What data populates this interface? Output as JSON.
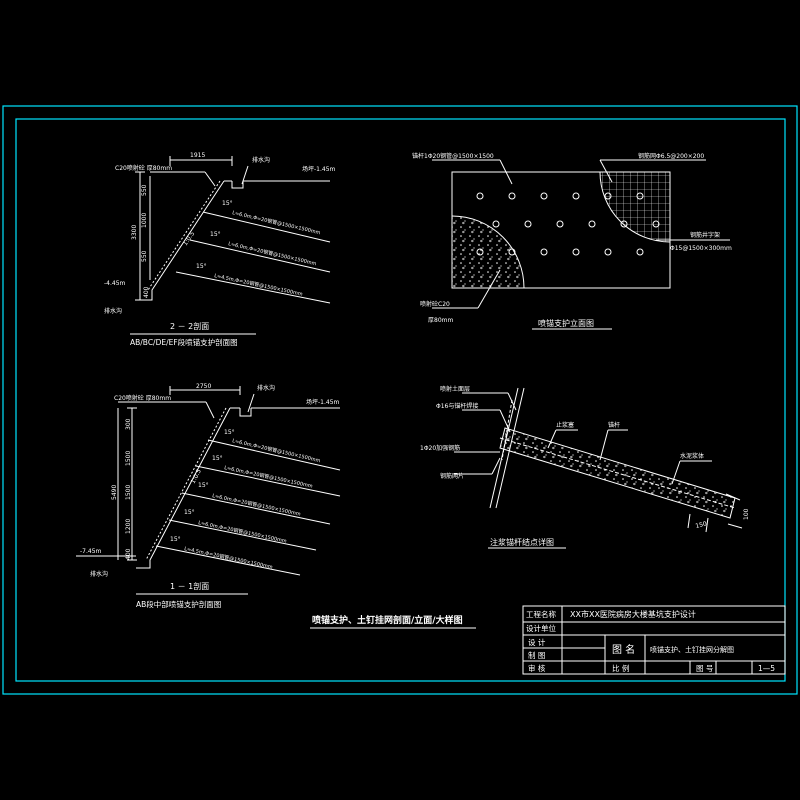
{
  "colors": {
    "background": "#000000",
    "frame": "#00e5ff",
    "line": "#ffffff",
    "label": "#f2f2f2",
    "note": "#ffff66",
    "title": "#ffffff"
  },
  "section22": {
    "width_dim": "1915",
    "top_note": "C20喷射砼 厚80mm",
    "drain_label": "排水沟",
    "grade_label": "场坪-1.45m",
    "bottom_elev": "-4.45m",
    "heights": [
      "550",
      "1000",
      "550"
    ],
    "total_height": "3300",
    "slope": "1:0.5",
    "angles": [
      "15°",
      "15°",
      "15°"
    ],
    "nail_labels": [
      "L=6.0m,Φ=20钢管@1500×1500mm",
      "L=6.0m,Φ=20钢管@1500×1500mm",
      "L=4.5m,Φ=20钢管@1500×1500mm"
    ],
    "toe_label": "排水沟",
    "toe_dim": "400",
    "title": "2 － 2剖面",
    "subtitle": "AB/BC/DE/EF段喷锚支护剖面图"
  },
  "section11": {
    "width_dim": "2750",
    "top_note": "C20喷射砼 厚80mm",
    "drain_label": "排水沟",
    "grade_label": "场坪-1.45m",
    "bottom_elev": "-7.45m",
    "heights": [
      "300",
      "1500",
      "1500",
      "1200",
      "400"
    ],
    "total_height": "5490",
    "slope": "1:0.5",
    "angles": [
      "15°",
      "15°",
      "15°",
      "15°",
      "15°"
    ],
    "nail_labels": [
      "L=6.0m,Φ=20钢管@1500×1500mm",
      "L=6.0m,Φ=20钢管@1500×1500mm",
      "L=6.0m,Φ=20钢管@1500×1500mm",
      "L=6.0m,Φ=20钢管@1500×1500mm",
      "L=4.5m,Φ=20钢管@1500×1500mm"
    ],
    "toe_label": "排水沟",
    "title": "1 － 1剖面",
    "subtitle": "AB段中部喷锚支护剖面图"
  },
  "elevation": {
    "top_left_note": "锚杆1Φ20钢管@1500×1500",
    "top_right_note": "钢筋网Φ6.5@200×200",
    "right_note_1": "钢筋井字架",
    "right_note_2": "Φ15@1500×300mm",
    "bottom_note_1": "喷射砼C20",
    "bottom_note_2": "厚80mm",
    "title": "喷锚支护立面图"
  },
  "detail": {
    "labels": [
      "喷射土面层",
      "Φ16与锚杆焊接",
      "1Φ20加强钢筋",
      "钢筋网片",
      "止浆塞",
      "锚杆",
      "水泥浆体"
    ],
    "dim_1": "100",
    "dim_2": "150",
    "title": "注浆锚杆结点详图"
  },
  "drawing_title": "喷锚支护、土钉挂网剖面/立面/大样图",
  "title_block": {
    "project_label": "工程名称",
    "project_name": "XX市XX医院病房大楼基坑支护设计",
    "design_unit": "设计单位",
    "rows": [
      "设  计",
      "制  图",
      "审  核"
    ],
    "drawing_name_label": "图  名",
    "drawing_name": "喷锚支护、土钉挂网分解图",
    "scale_label": "比  例",
    "number_label": "图  号",
    "number_value": "1—5"
  }
}
